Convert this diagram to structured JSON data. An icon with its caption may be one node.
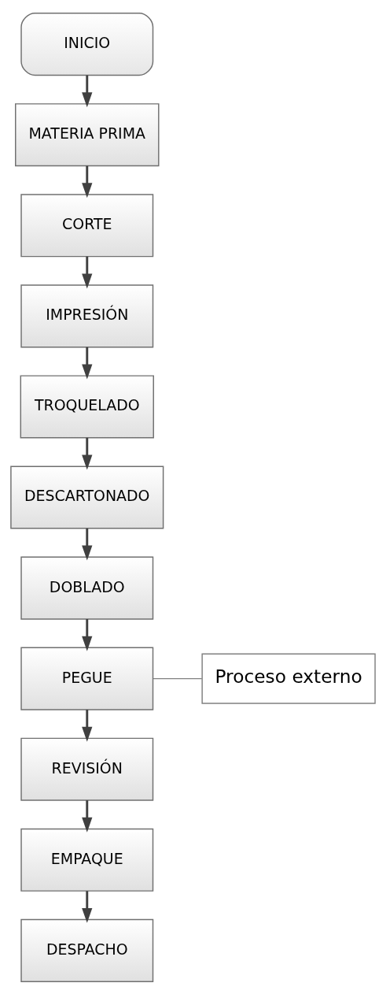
{
  "diagram": {
    "nodes": [
      {
        "text": [
          "INICIO"
        ]
      },
      {
        "text": [
          "MATERIA PRIMA"
        ]
      },
      {
        "text": [
          "CORTE"
        ]
      },
      {
        "text": [
          "IMPRESIÓN"
        ]
      },
      {
        "text": [
          "TROQUELADO"
        ]
      },
      {
        "text": [
          "DESCARTONADO"
        ]
      },
      {
        "text": [
          "DOBLADO"
        ]
      },
      {
        "text": [
          "PEGUE"
        ]
      },
      {
        "text": [
          "REVISIÓN"
        ]
      },
      {
        "text": [
          "EMPAQUE"
        ]
      },
      {
        "text": [
          "DESPACHO"
        ]
      },
      {
        "text": [
          "Proceso externo"
        ]
      }
    ],
    "edges": [
      {
        "from": 0,
        "to": 1,
        "arrow": "to"
      },
      {
        "from": 1,
        "to": 2,
        "arrow": "to"
      },
      {
        "from": 2,
        "to": 3,
        "arrow": "to"
      },
      {
        "from": 3,
        "to": 4,
        "arrow": "to"
      },
      {
        "from": 4,
        "to": 5,
        "arrow": "to"
      },
      {
        "from": 5,
        "to": 6,
        "arrow": "to"
      },
      {
        "from": 6,
        "to": 7,
        "arrow": "to"
      },
      {
        "from": 7,
        "to": 8,
        "arrow": "to"
      },
      {
        "from": 8,
        "to": 9,
        "arrow": "to"
      },
      {
        "from": 9,
        "to": 10,
        "arrow": "to"
      },
      {
        "from": 11,
        "to": 7,
        "arrow": "none"
      }
    ]
  }
}
